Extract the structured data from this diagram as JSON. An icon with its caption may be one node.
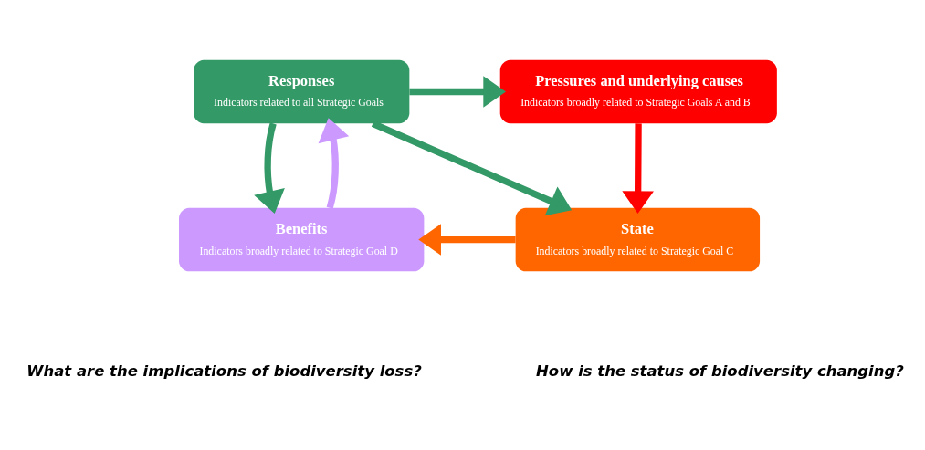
{
  "diagram": {
    "nodes": [
      {
        "text": [
          "Responses",
          "Indicators related to all Strategic Goals"
        ]
      },
      {
        "text": [
          "Pressures and underlying causes",
          "Indicators broadly related to Strategic Goals A and B"
        ]
      },
      {
        "text": [
          "Benefits",
          "Indicators broadly related to Strategic Goal D"
        ]
      },
      {
        "text": [
          "State",
          "Indicators broadly related to Strategic Goal C"
        ]
      }
    ],
    "edges": [
      {
        "from": 0,
        "to": 1,
        "arrow": "to"
      },
      {
        "from": 0,
        "to": 2,
        "arrow": "to"
      },
      {
        "from": 0,
        "to": 3,
        "arrow": "to"
      },
      {
        "from": 1,
        "to": 3,
        "arrow": "to",
        "color": "#ff0000"
      },
      {
        "from": 3,
        "to": 2,
        "arrow": "to",
        "color": "#ff6600"
      },
      {
        "from": 2,
        "to": 0,
        "arrow": "to",
        "color": "#cc99ff"
      }
    ],
    "labels": [
      "What are the implications of biodiversity loss?",
      "How is the status of biodiversity changing?"
    ]
  }
}
